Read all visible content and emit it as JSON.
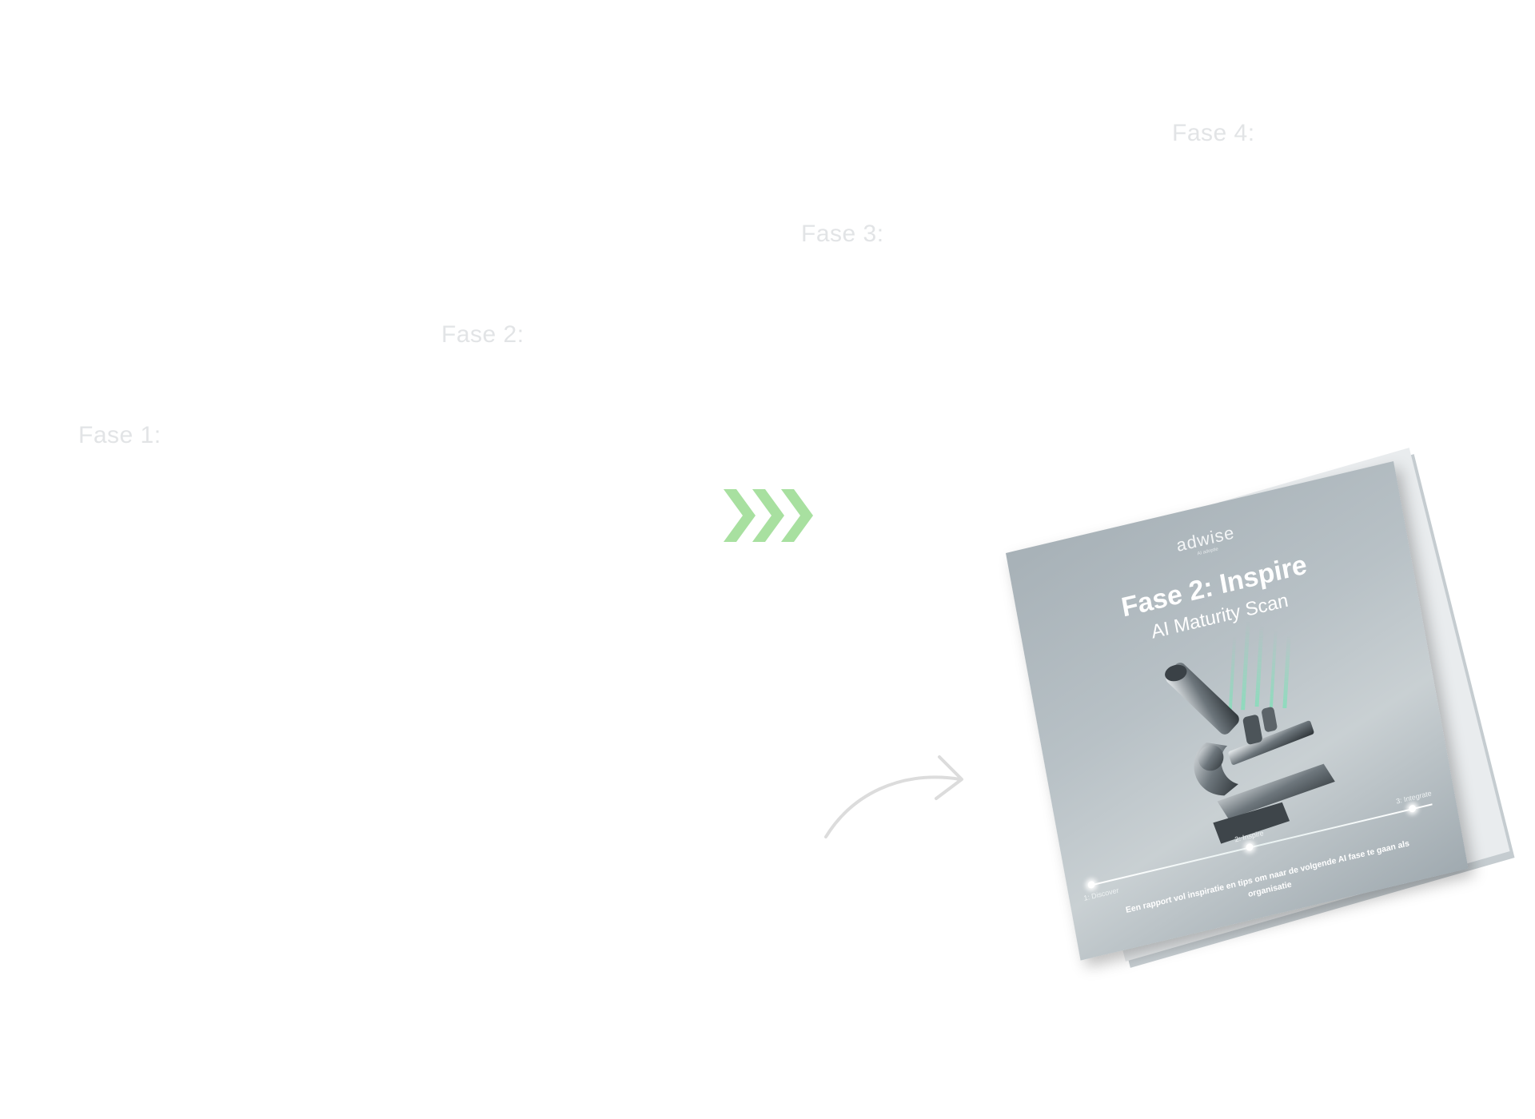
{
  "phases": [
    {
      "label": "Fase 1:"
    },
    {
      "label": "Fase 2:"
    },
    {
      "label": "Fase 3:"
    },
    {
      "label": "Fase 4:"
    }
  ],
  "report": {
    "logo": "adwise",
    "logo_sub": "AI adoptie",
    "title": "Fase 2: Inspire",
    "subtitle": "AI Maturity Scan",
    "timeline": [
      {
        "label": "1: Discover"
      },
      {
        "label": "2: Inspire"
      },
      {
        "label": "3: Integrate"
      }
    ],
    "description": "Een rapport vol inspiratie en tips om naar de volgende AI fase te gaan als organisatie"
  },
  "colors": {
    "chevron": "#a8e0a0",
    "phase_text": "#e2e4e6",
    "arrow": "#dcdcdc",
    "cover": "#b5bec3"
  },
  "icons": {
    "chevrons": "triple-chevron-right-icon",
    "arrow": "curved-arrow-icon",
    "microscope": "microscope-icon"
  }
}
